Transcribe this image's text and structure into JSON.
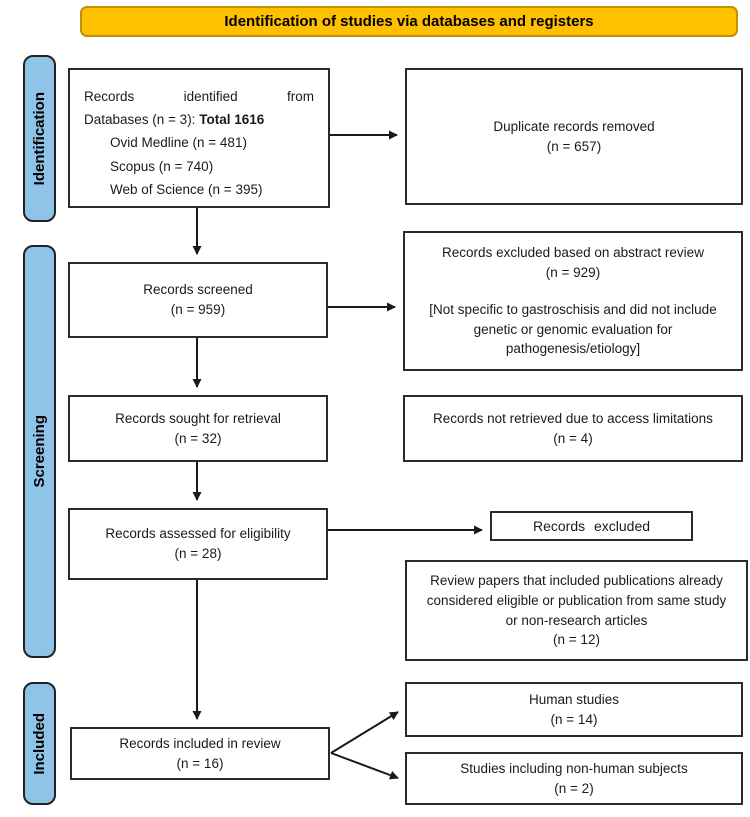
{
  "title": "Identification of studies via databases and registers",
  "stages": {
    "identification": "Identification",
    "screening": "Screening",
    "included": "Included"
  },
  "colors": {
    "title_bg": "#FFC000",
    "title_border": "#BF9000",
    "stage_bg": "#8FC4E8",
    "box_border": "#2b2b2b",
    "arrow": "#1a1a1a"
  },
  "flow": {
    "identified": {
      "line1": "Records identified from",
      "line2": "Databases (n = 3):",
      "line2_bold": "Total 1616",
      "items": [
        "Ovid Medline (n = 481)",
        "Scopus (n = 740)",
        "Web of Science (n = 395)"
      ]
    },
    "duplicates_removed": {
      "text": "Duplicate records removed",
      "n": "(n = 657)"
    },
    "screened": {
      "text": "Records screened",
      "n": "(n = 959)"
    },
    "excluded_abstract": {
      "text": "Records excluded based on abstract review",
      "n": "(n = 929)",
      "note": "[Not specific to gastroschisis and did not include genetic or genomic evaluation for pathogenesis/etiology]"
    },
    "sought": {
      "text": "Records sought for retrieval",
      "n": "(n = 32)"
    },
    "not_retrieved": {
      "text": "Records not retrieved due to access limitations",
      "n": "(n = 4)"
    },
    "assessed": {
      "text": "Records assessed for eligibility",
      "n": "(n = 28)"
    },
    "records_excluded": {
      "text": "Records excluded"
    },
    "review_papers": {
      "text": "Review papers that included publications already considered eligible or publication from same study or non-research articles",
      "n": "(n = 12)"
    },
    "included_review": {
      "text": "Records included in review",
      "n": "(n = 16)"
    },
    "human_studies": {
      "text": "Human studies",
      "n": "(n = 14)"
    },
    "non_human": {
      "text": "Studies including non-human subjects",
      "n": "(n = 2)"
    }
  }
}
